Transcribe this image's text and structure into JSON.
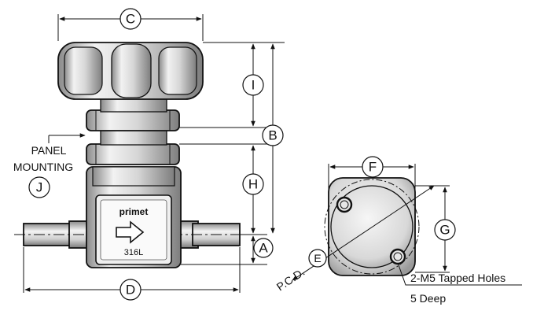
{
  "labels": {
    "C": "C",
    "I": "I",
    "B": "B",
    "H": "H",
    "A": "A",
    "D": "D",
    "J": "J",
    "F": "F",
    "G": "G",
    "E": "E"
  },
  "text": {
    "panel_line1": "PANEL",
    "panel_line2": "MOUNTING",
    "brand": "primet",
    "material": "316L",
    "pcd": "P.C.D.",
    "holes_line1": "2-M5 Tapped Holes",
    "holes_line2": "5 Deep"
  },
  "colors": {
    "outline": "#111111",
    "metal_light": "#f2f2f2",
    "metal_mid": "#c8c8c8",
    "metal_dark": "#8a8a8a"
  }
}
